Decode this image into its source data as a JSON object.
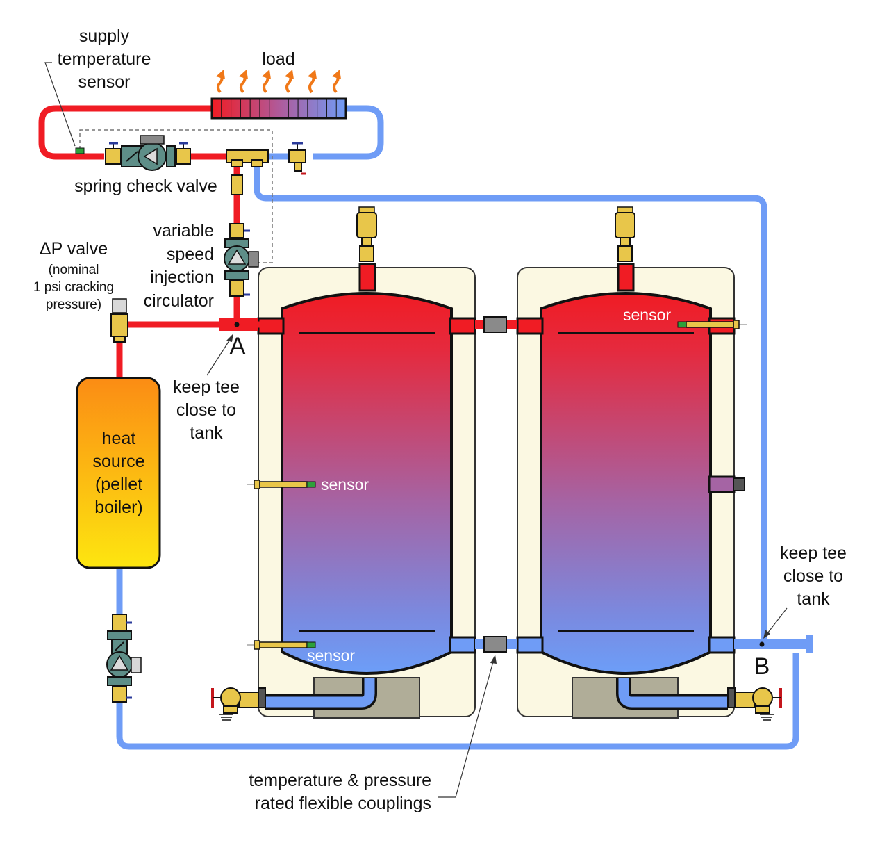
{
  "colors": {
    "hot": "#f01c24",
    "cold": "#6f9cf6",
    "tank_shell": "#fbf8e2",
    "brass": "#e8c64a",
    "sensor_green": "#2da03a",
    "heat_arrow": "#f07818",
    "coupling_gray": "#8a8a8a",
    "pump_teal": "#5e8e88",
    "stand_gray": "#b0ad98"
  },
  "labels": {
    "supply_sensor": [
      "supply",
      "temperature",
      "sensor"
    ],
    "load": "load",
    "spring_check": "spring check valve",
    "injection": [
      "variable",
      "speed",
      "injection",
      "circulator"
    ],
    "dp_valve": "ΔP valve",
    "dp_note": [
      "(nominal",
      "1 psi cracking",
      "pressure)"
    ],
    "heat_source": [
      "heat",
      "source",
      "(pellet",
      "boiler)"
    ],
    "point_a": "A",
    "point_b": "B",
    "keep_tee_a": [
      "keep tee",
      "close to",
      "tank"
    ],
    "keep_tee_b": [
      "keep tee",
      "close to",
      "tank"
    ],
    "sensor_left_mid": "sensor",
    "sensor_left_bottom": "sensor",
    "sensor_right_top": "sensor",
    "couplings": [
      "temperature & pressure",
      "rated flexible couplings"
    ]
  },
  "icons": {
    "heat_rising": "heat-wave-arrow-icon",
    "pump": "circulator-pump-icon",
    "air_vent": "air-vent-icon",
    "drain_valve": "boiler-drain-valve-icon"
  }
}
